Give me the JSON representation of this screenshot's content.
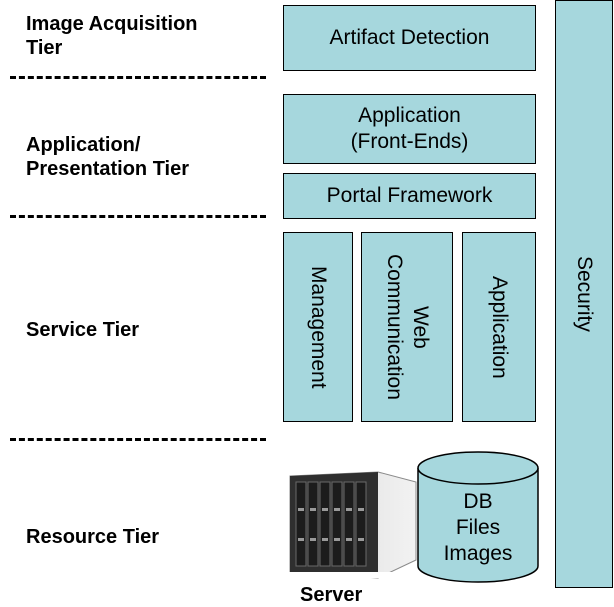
{
  "tiers": {
    "image_acquisition": "Image Acquisition\nTier",
    "application_presentation": "Application/\nPresentation Tier",
    "service": "Service Tier",
    "resource": "Resource Tier"
  },
  "boxes": {
    "artifact_detection": "Artifact Detection",
    "application_front_ends": "Application\n(Front-Ends)",
    "portal_framework": "Portal Framework",
    "management": "Management",
    "web_communication": "Web\nCommunication",
    "application_service": "Application",
    "security": "Security"
  },
  "resources": {
    "server_label": "Server",
    "db_lines": [
      "DB",
      "Files",
      "Images"
    ]
  },
  "colors": {
    "box_fill": "#a6d7dd"
  }
}
